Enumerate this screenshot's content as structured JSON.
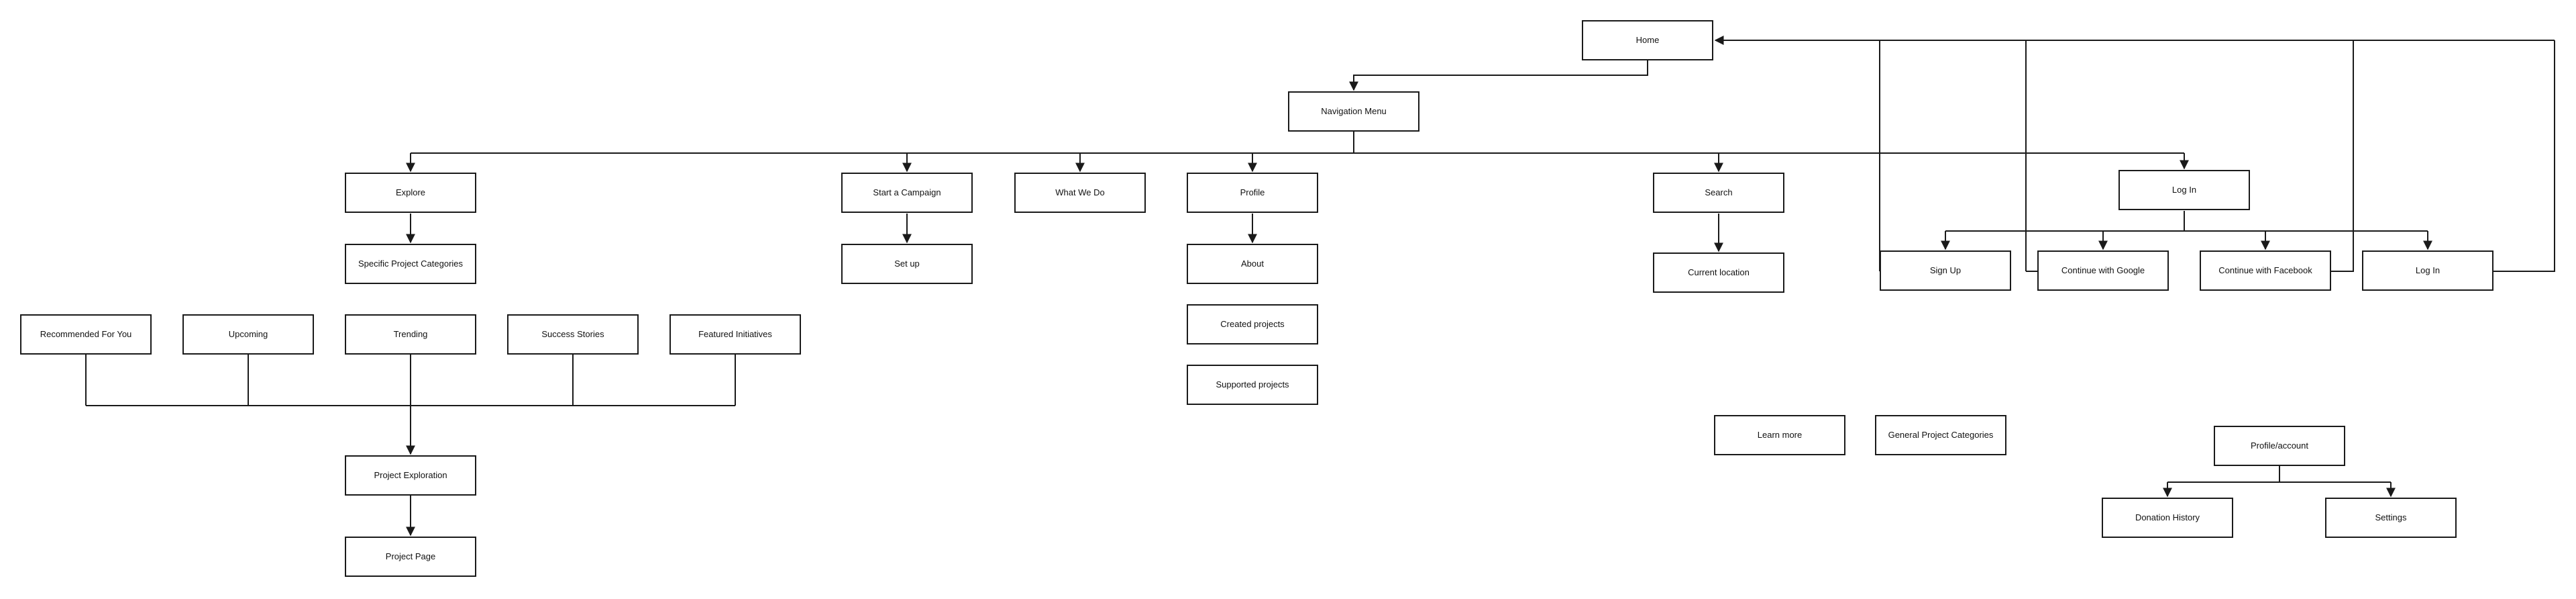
{
  "colors": {
    "line": "#1a1a1a",
    "box_border": "#1a1a1a",
    "background": "#ffffff",
    "text": "#111111"
  },
  "nodes": {
    "home": "Home",
    "navigation_menu": "Navigation Menu",
    "explore": "Explore",
    "specific_project_categories": "Specific Project Categories",
    "recommended_for_you": "Recommended For You",
    "upcoming": "Upcoming",
    "trending": "Trending",
    "success_stories": "Success Stories",
    "featured_initiatives": "Featured Initiatives",
    "project_exploration": "Project Exploration",
    "project_page": "Project Page",
    "start_a_campaign": "Start a Campaign",
    "set_up": "Set up",
    "what_we_do": "What We Do",
    "profile": "Profile",
    "about": "About",
    "created_projects": "Created projects",
    "supported_projects": "Supported projects",
    "search": "Search",
    "current_location": "Current location",
    "learn_more": "Learn more",
    "general_project_categories": "General Project Categories",
    "log_in_main": "Log In",
    "sign_up": "Sign Up",
    "continue_with_google": "Continue with Google",
    "continue_with_facebook": "Continue with Facebook",
    "log_in_sub": "Log In",
    "profile_account": "Profile/account",
    "donation_history": "Donation History",
    "settings": "Settings"
  }
}
